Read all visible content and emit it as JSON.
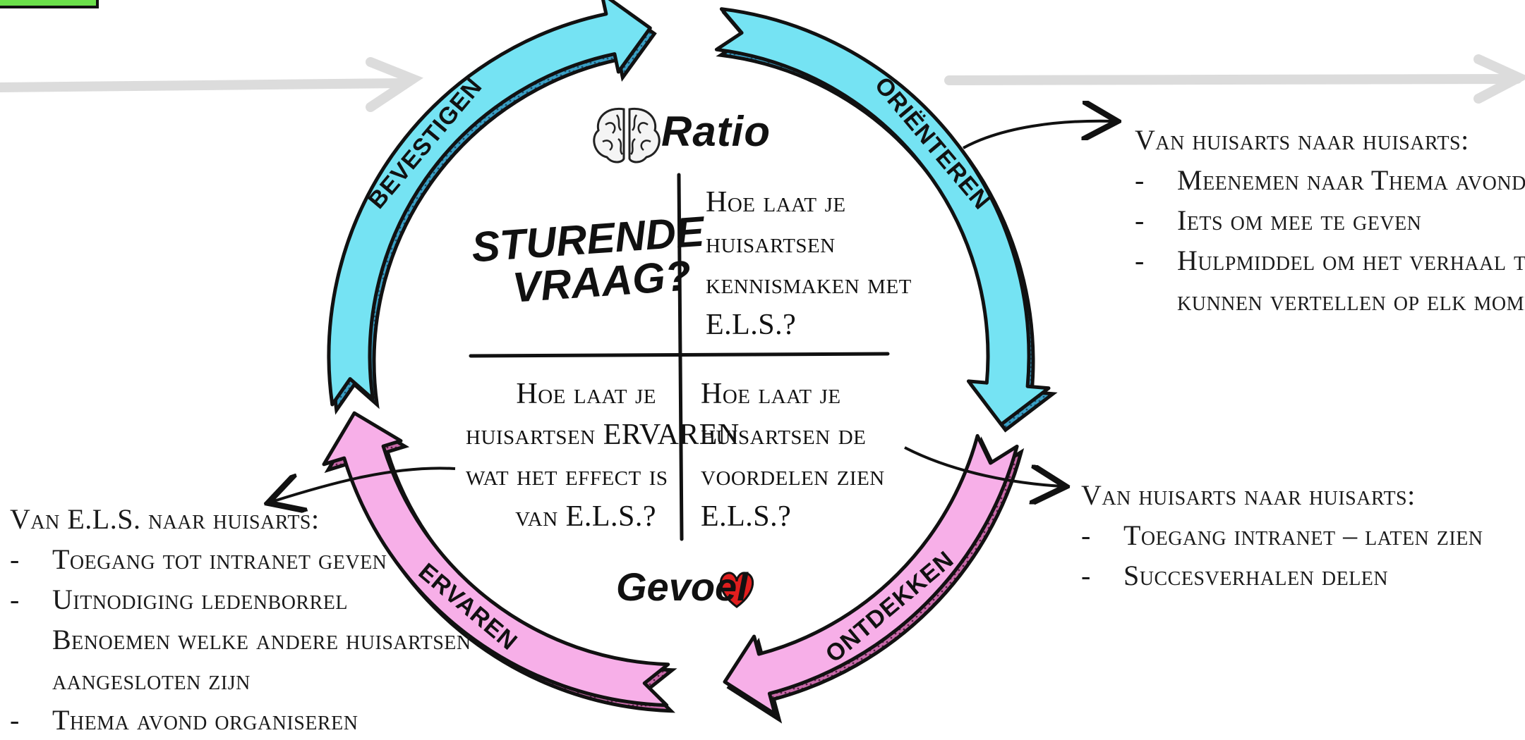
{
  "colors": {
    "cyan": "#75e3f3",
    "cyan_dark": "#3a9fc4",
    "pink": "#f7afe8",
    "pink_dark": "#c76aa8",
    "heart": "#e01e1e",
    "ink": "#111111",
    "grey_arrow": "#dcdcdc"
  },
  "cycle": {
    "arrows": [
      {
        "label": "BEVESTIGEN",
        "color": "cyan"
      },
      {
        "label": "ORIËNTEREN",
        "color": "cyan"
      },
      {
        "label": "ONTDEKKEN",
        "color": "pink"
      },
      {
        "label": "ERVAREN",
        "color": "pink"
      }
    ]
  },
  "center": {
    "ratio_label": "Ratio",
    "ratio_icon": "brain-icon",
    "gevoel_label": "Gevoel",
    "gevoel_icon": "heart-icon",
    "sturende_line1": "STURENDE",
    "sturende_line2": "VRAAG?",
    "q_top_right": [
      "Hoe laat je",
      "huisartsen",
      "kennismaken met",
      "E.L.S.?"
    ],
    "q_bottom_left": [
      "Hoe laat je",
      "huisartsen ERVAREN",
      "wat het effect is",
      "van E.L.S.?"
    ],
    "q_bottom_right": [
      "Hoe laat je",
      "huisartsen de",
      "voordelen zien",
      "E.L.S.?"
    ]
  },
  "notes": {
    "top_right": {
      "heading": "Van huisarts naar huisarts:",
      "items": [
        "Meenemen naar Thema avond",
        "Iets om mee te geven",
        "Hulpmiddel om het verhaal te"
      ],
      "continuation": "kunnen vertellen op elk moment"
    },
    "mid_right": {
      "heading": "Van huisarts naar huisarts:",
      "items": [
        "Toegang intranet – laten zien",
        "Succesverhalen delen"
      ]
    },
    "left": {
      "heading": "Van E.L.S. naar huisarts:",
      "items": [
        "Toegang tot intranet geven",
        "Uitnodiging ledenborrel"
      ],
      "continuation": [
        "Benoemen welke andere huisartsen",
        "aangesloten zijn"
      ],
      "last_item": "Thema avond organiseren"
    },
    "dash": "-"
  }
}
